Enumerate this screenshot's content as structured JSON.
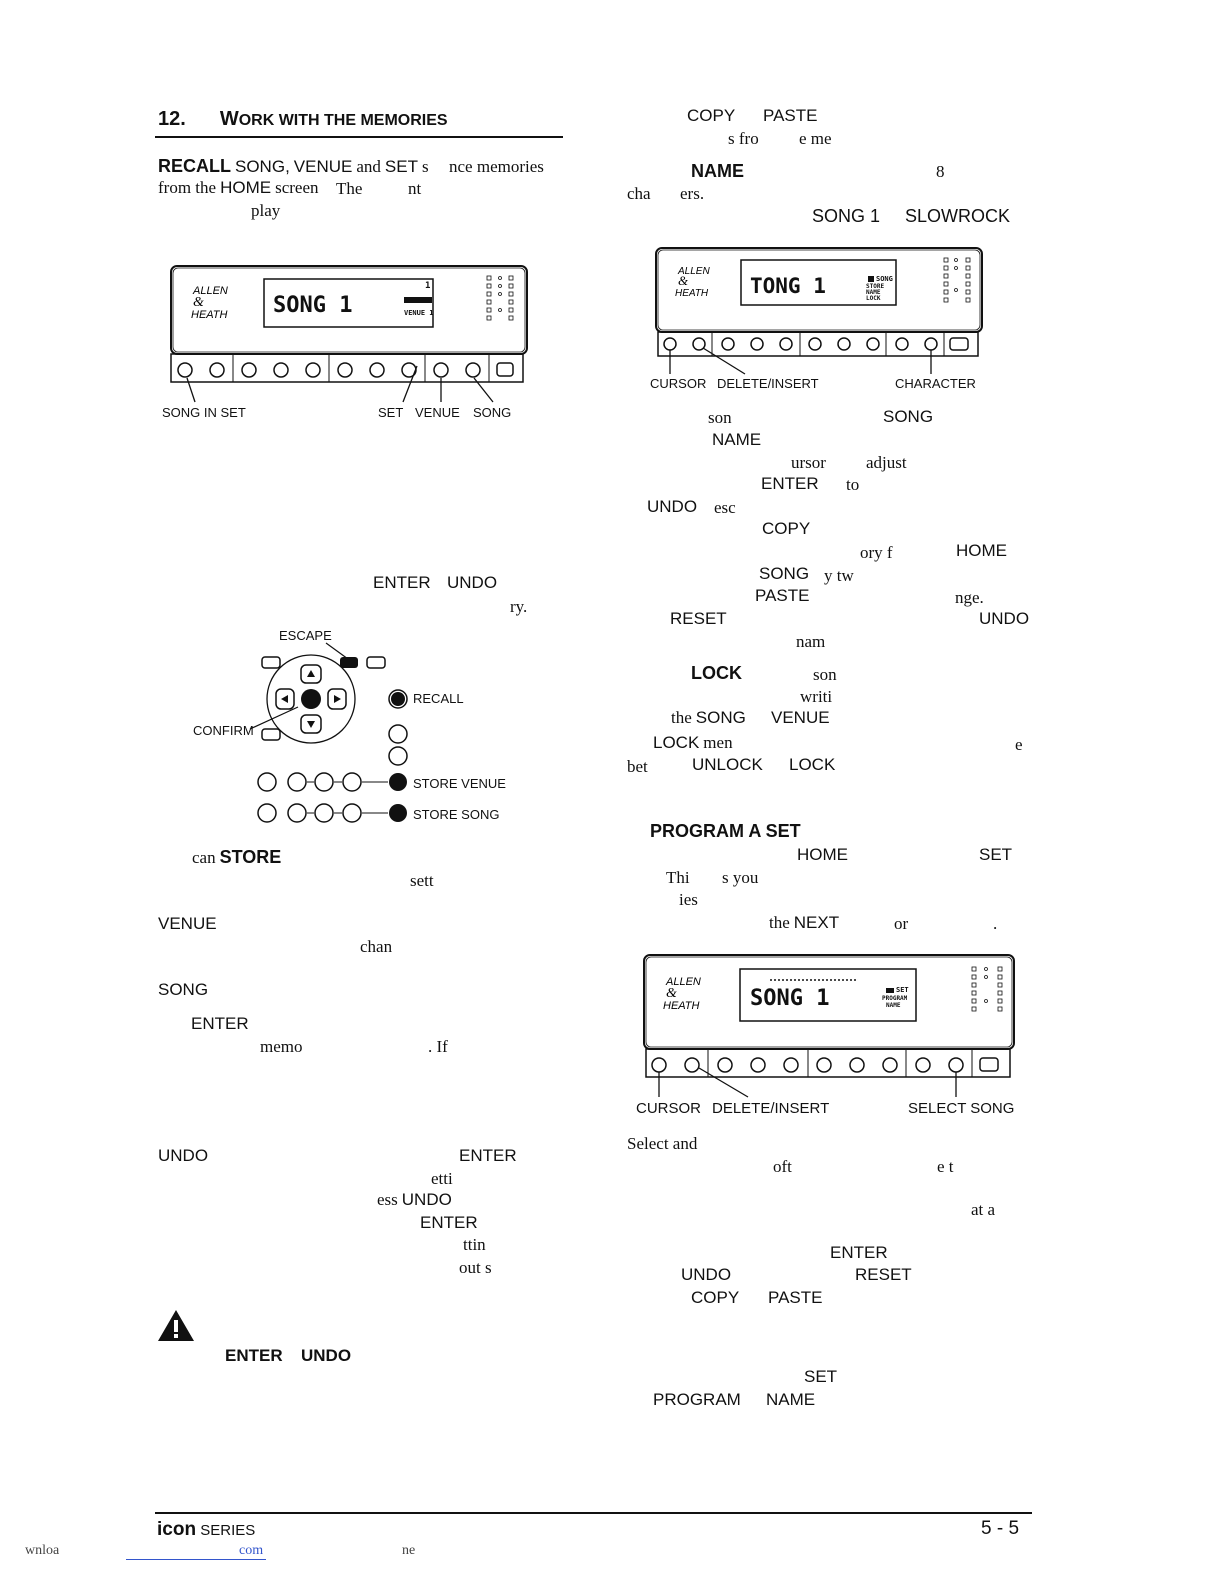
{
  "heading": {
    "number": "12.",
    "w": "W",
    "rest": "ORK WITH THE MEMORIES"
  },
  "left": {
    "intro": {
      "recall": "RECALL",
      "song": "SONG",
      "comma1": ",",
      "venue": "VENUE",
      "and": "and",
      "set": "SET",
      "s": "s",
      "tail": "nce memories",
      "line2a": "from the",
      "home": "HOME",
      "line2b": "screen",
      "the": "The",
      "nt": "nt",
      "play": "play"
    },
    "fig1_labels": {
      "song_in_set": "SONG IN SET",
      "set": "SET",
      "venue": "VENUE",
      "song": "SONG"
    },
    "fig1_lcd": {
      "main": "SONG 1",
      "small1": "1",
      "small2": "VENUE 1"
    },
    "enter": "ENTER",
    "undo": "UNDO",
    "ry": "ry.",
    "fig2_labels": {
      "escape": "ESCAPE",
      "recall": "RECALL",
      "confirm": "CONFIRM",
      "store_venue": "STORE VENUE",
      "store_song": "STORE SONG"
    },
    "can": "can",
    "store": "STORE",
    "sett": "sett",
    "venue2": "VENUE",
    "chan": "chan",
    "song2": "SONG",
    "enter2": "ENTER",
    "memo": "memo",
    "if": ".  If",
    "undo2": "UNDO",
    "enter3": "ENTER",
    "etti": "etti",
    "ess": "ess",
    "undo3": "UNDO",
    "enter4": "ENTER",
    "ttin": "ttin",
    "outs": "out s",
    "warn_enter": "ENTER",
    "warn_undo": "UNDO"
  },
  "right": {
    "copy": "COPY",
    "paste": "PASTE",
    "sfro": "s fro",
    "eme": "e me",
    "name": "NAME",
    "eight": "8",
    "cha": "cha",
    "ers": "ers.",
    "song1": "SONG 1",
    "slowrock": "SLOWROCK",
    "fig3_labels": {
      "cursor": "CURSOR",
      "delete_insert": "DELETE/INSERT",
      "character": "CHARACTER"
    },
    "fig3_lcd": {
      "main": "TONG 1",
      "s1": "SONG",
      "s2": "STORE",
      "s3": "NAME",
      "s4": "LOCK"
    },
    "son": "son",
    "song_k": "SONG",
    "name_k": "NAME",
    "ursor": "ursor",
    "adjust": "adjust",
    "enter_k": "ENTER",
    "to": "to",
    "undo_k": "UNDO",
    "esc": "esc",
    "copy_k": "COPY",
    "oryf": "ory f",
    "home_k": "HOME",
    "song_k2": "SONG",
    "ytw": "y tw",
    "paste_k": "PASTE",
    "nge": "nge.",
    "reset_k": "RESET",
    "undo_k2": "UNDO",
    "nam": "nam",
    "lock_b": "LOCK",
    "son2": "son",
    "writi": "writi",
    "the": "the",
    "song_k3": "SONG",
    "venue_k": "VENUE",
    "lock_k": "LOCK",
    "men": "men",
    "e": "e",
    "bet": "bet",
    "unlock_k": "UNLOCK",
    "lock_k2": "LOCK",
    "program_a_set": "PROGRAM A SET",
    "home_k2": "HOME",
    "set_k": "SET",
    "thi": "Thi",
    "syou": "s you",
    "ies": "ies",
    "the2": "the",
    "next_k": "NEXT",
    "or": "or",
    "dot": ".",
    "fig4_labels": {
      "cursor": "CURSOR",
      "delete_insert": "DELETE/INSERT",
      "select_song": "SELECT SONG"
    },
    "fig4_lcd": {
      "main": "SONG 1",
      "s1": "SET",
      "s2": "PROGRAM",
      "s3": "NAME"
    },
    "select_and": "Select and",
    "oft": "oft",
    "et": "e t",
    "ata": "at a",
    "enter_k2": "ENTER",
    "undo_k3": "UNDO",
    "reset_k2": "RESET",
    "copy_k2": "COPY",
    "paste_k2": "PASTE",
    "set_k2": "SET",
    "program_k": "PROGRAM",
    "name_k2": "NAME"
  },
  "footer": {
    "icon": "icon",
    "series": "SERIES",
    "page": "5 - 5",
    "url_a": "wnloa",
    "url_b": "com",
    "url_c": "ne"
  }
}
